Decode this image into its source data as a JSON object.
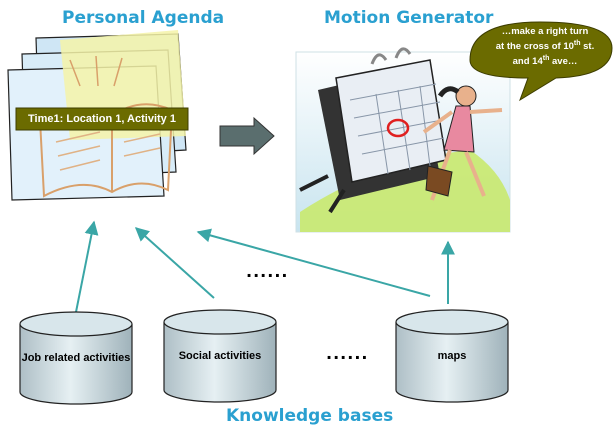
{
  "titles": {
    "personal_agenda": "Personal Agenda",
    "motion_generator": "Motion Generator",
    "knowledge_bases": "Knowledge bases"
  },
  "agenda_entry": "Time1: Location 1, Activity 1",
  "speech_bubble": {
    "line1": "…make a right turn",
    "line2_prefix": "at the cross of 10",
    "line2_sup": "th",
    "line2_suffix": " st.",
    "line3_prefix": "and 14",
    "line3_sup": "th",
    "line3_suffix": " ave…"
  },
  "databases": {
    "job": "Job related activities",
    "social": "Social activities",
    "maps": "maps"
  },
  "ellipsis_mid": "......",
  "ellipsis_bottom": "......",
  "colors": {
    "title": "#2aa0d0",
    "cylinder_fill": "#cfe0e6",
    "arrow": "#3aa6a6",
    "agenda_bar": "#6b6b00",
    "bubble": "#6b6b00"
  }
}
